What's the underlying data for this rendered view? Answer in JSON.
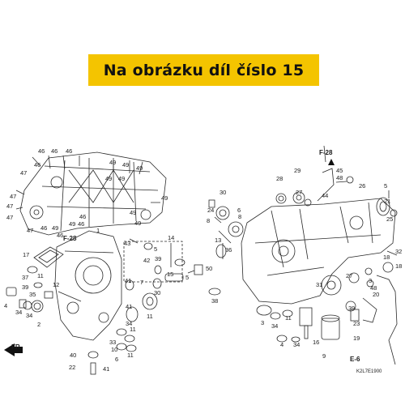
{
  "banner": {
    "text": "Na obrázku díl číslo 15",
    "background": "#f4c400",
    "color": "#111111"
  },
  "diagram_code": "K2L7E1900",
  "refs": {
    "f28_left": "F-28",
    "f28_top": "F-28",
    "e6": "E-6",
    "fr": "FR."
  },
  "labels": {
    "l1": "1",
    "l2": "2",
    "l3": "3",
    "l4": "4",
    "l5": "5",
    "l6": "6",
    "l7": "7",
    "l8": "8",
    "l9": "9",
    "l10": "10",
    "l11": "11",
    "l12": "12",
    "l13": "13",
    "l14": "14",
    "l15": "15",
    "l16": "16",
    "l17": "17",
    "l18": "18",
    "l19": "19",
    "l20": "20",
    "l21": "21",
    "l22": "22",
    "l23": "23",
    "l24": "24",
    "l25": "25",
    "l26": "26",
    "l27": "27",
    "l28": "28",
    "l29": "29",
    "l30": "30",
    "l31": "31",
    "l32": "32",
    "l33": "33",
    "l34": "34",
    "l35": "35",
    "l36": "36",
    "l37": "37",
    "l38": "38",
    "l39": "39",
    "l40": "40",
    "l41": "41",
    "l42": "42",
    "l43": "43",
    "l44": "44",
    "l45": "45",
    "l46": "46",
    "l47": "47",
    "l48": "48",
    "l49": "49",
    "l50": "50"
  }
}
